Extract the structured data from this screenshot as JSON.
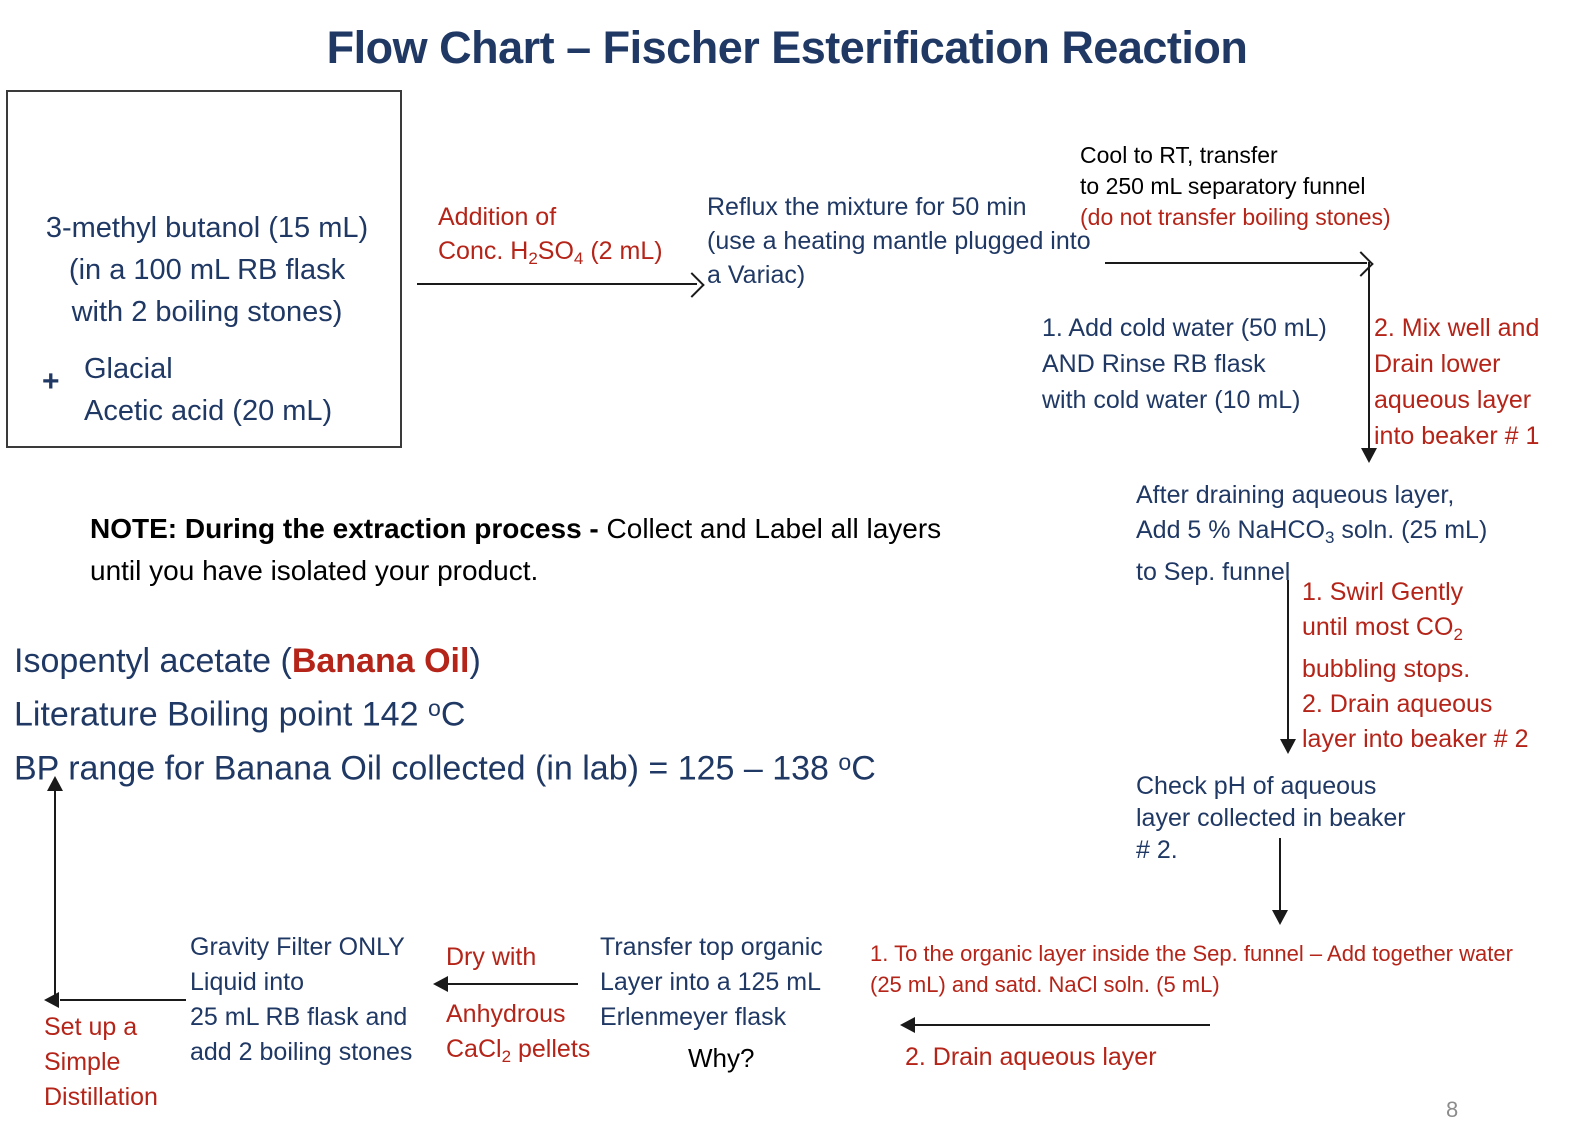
{
  "title": "Flow Chart – Fischer Esterification Reaction",
  "reagent_box": {
    "line1": "3-methyl butanol (15 mL)",
    "line2": "(in a 100 mL RB flask",
    "line3": "with 2 boiling stones)",
    "plus": "+",
    "acid_line1": "Glacial",
    "acid_line2": "Acetic acid (20 mL)"
  },
  "steps": {
    "addition": {
      "line1": "Addition of",
      "line2_prefix": "Conc. H",
      "line2_sub1": "2",
      "line2_mid": "SO",
      "line2_sub2": "4",
      "line2_suffix": " (2 mL)"
    },
    "reflux": {
      "line1": "Reflux the mixture  for 50 min",
      "line2": "(use a heating mantle plugged into",
      "line3": "a Variac)"
    },
    "cool": {
      "line1": "Cool to RT, transfer",
      "line2": "to 250 mL separatory funnel",
      "line3": "(do not transfer boiling stones)"
    },
    "cold_water": {
      "line1": "1. Add cold water (50 mL)",
      "line2": "AND Rinse RB flask",
      "line3": "with cold water (10 mL)"
    },
    "mix_well": {
      "line1": "2. Mix well and",
      "line2": "Drain lower",
      "line3": "aqueous layer",
      "line4": "into beaker # 1"
    },
    "nahco3": {
      "line1": "After draining aqueous layer,",
      "line2_prefix": "Add 5 % NaHCO",
      "line2_sub": "3",
      "line2_suffix": " soln. (25 mL)",
      "line3": "to Sep. funnel"
    },
    "swirl": {
      "line1": "1. Swirl Gently",
      "line2_prefix": "until most CO",
      "line2_sub": "2",
      "line3": "bubbling stops.",
      "line4": "2. Drain aqueous",
      "line5": " layer into beaker # 2"
    },
    "check_ph": {
      "line1": "Check pH of aqueous",
      "line2": "layer collected in beaker",
      "line3": "# 2."
    },
    "organic_wash": {
      "line1": "1. To the organic layer inside the Sep. funnel – Add together water",
      "line2": "(25 mL) and satd. NaCl soln. (5 mL)",
      "line3": "2. Drain aqueous layer"
    },
    "transfer_top": {
      "line1": "Transfer top organic",
      "line2": "Layer into a 125 mL",
      "line3": "Erlenmeyer flask",
      "why": "Why?"
    },
    "dry": {
      "line1": "Dry with",
      "line2": "Anhydrous",
      "line3_prefix": "CaCl",
      "line3_sub": "2",
      "line3_suffix": " pellets"
    },
    "gravity_filter": {
      "line1": "Gravity Filter ONLY",
      "line2": "Liquid into",
      "line3": "25 mL RB flask and",
      "line4": "add 2 boiling stones"
    },
    "setup_distillation": {
      "line1": "Set up a",
      "line2": "Simple",
      "line3": "Distillation"
    }
  },
  "note": {
    "bold_part": "NOTE: During the extraction process - ",
    "rest_line1": "Collect and Label all layers",
    "line2": "until you have isolated your product."
  },
  "product_info": {
    "line1_prefix": "Isopentyl acetate (",
    "line1_highlight": "Banana Oil",
    "line1_suffix": ")",
    "line2_prefix": "Literature Boiling point 142 ",
    "line2_sup": "o",
    "line2_suffix": "C",
    "line3_prefix": "BP range for Banana Oil collected (in lab) = 125 – 138 ",
    "line3_sup": "o",
    "line3_suffix": "C"
  },
  "page_number": "8",
  "colors": {
    "navy": "#1F3864",
    "red": "#B52418",
    "black": "#000000",
    "page_number_gray": "#8c8c8c"
  }
}
